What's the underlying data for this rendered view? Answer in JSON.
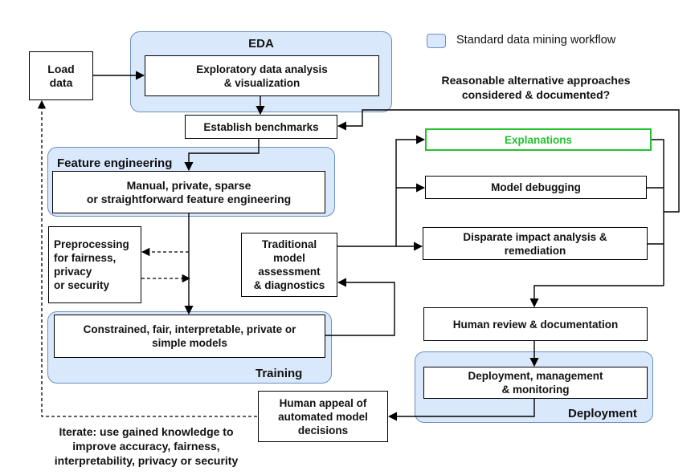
{
  "legend": {
    "text": "Standard data mining workflow",
    "color": "#dae8fc",
    "border": "#6c8ebf"
  },
  "groups": {
    "eda": "EDA",
    "feature_engineering": "Feature engineering",
    "training": "Training",
    "deployment": "Deployment"
  },
  "boxes": {
    "load_data": "Load data",
    "exploratory": "Exploratory data analysis\n& visualization",
    "benchmarks": "Establish benchmarks",
    "manual_fe": "Manual, private, sparse\nor straightforward feature engineering",
    "preprocessing": "Preprocessing\nfor fairness,\nprivacy\nor security",
    "traditional": "Traditional\nmodel\nassessment\n& diagnostics",
    "constrained": "Constrained, fair, interpretable, private or\nsimple models",
    "explanations": "Explanations",
    "debugging": "Model debugging",
    "disparate": "Disparate impact analysis &\nremediation",
    "human_review": "Human review & documentation",
    "deployment_box": "Deployment, management\n& monitoring",
    "human_appeal": "Human appeal of\nautomated model\ndecisions"
  },
  "texts": {
    "alternatives": "Reasonable alternative approaches\nconsidered & documented?",
    "iterate": "Iterate: use gained knowledge to\nimprove accuracy, fairness,\ninterpretability, privacy or security"
  },
  "colors": {
    "accent_green": "#22c22e",
    "group_fill": "#dae8fc",
    "group_border": "#6c8ebf"
  }
}
